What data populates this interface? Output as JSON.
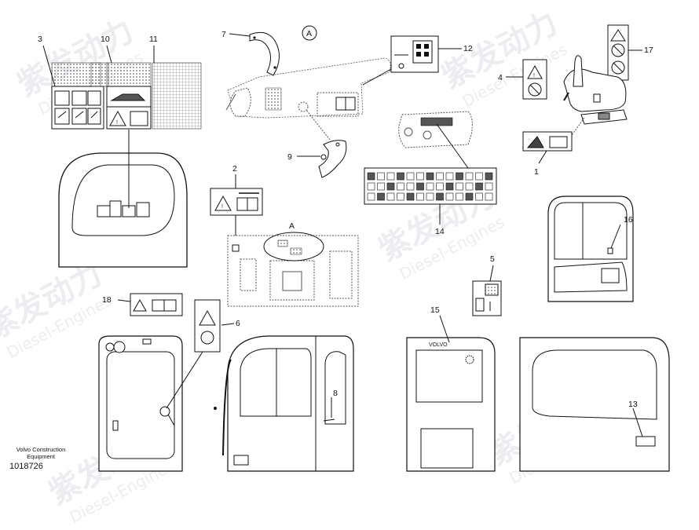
{
  "callouts": {
    "c1": "1",
    "c2": "2",
    "c3": "3",
    "c4": "4",
    "c5": "5",
    "c6": "6",
    "c7": "7",
    "c8": "8",
    "c9": "9",
    "c10": "10",
    "c11": "11",
    "c12": "12",
    "c13": "13",
    "c14": "14",
    "c15": "15",
    "c16": "16",
    "c17": "17",
    "c18": "18"
  },
  "detail_marker": "A",
  "brand_badge": "VOLVO",
  "footer": {
    "org": "Volvo Construction Equipment",
    "doc_number": "1018726"
  },
  "watermark": {
    "cn": "紫发动力",
    "en": "Diesel-Engines"
  }
}
